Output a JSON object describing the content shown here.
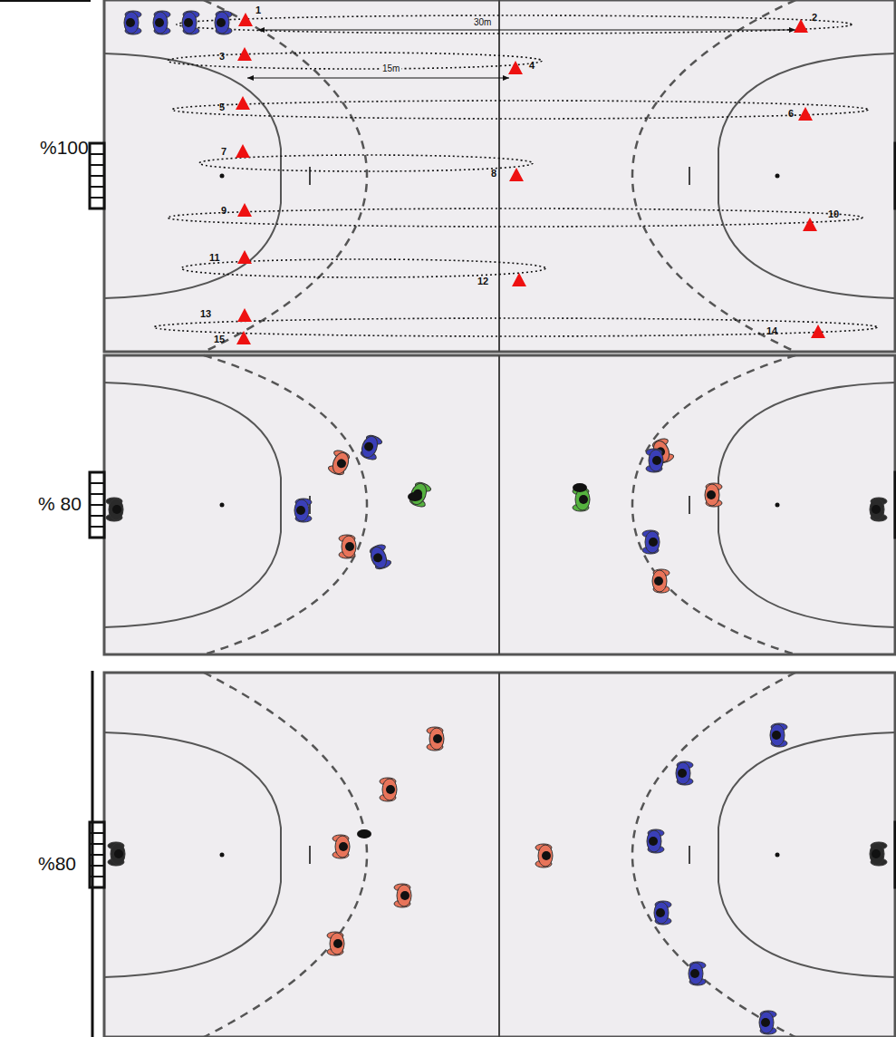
{
  "diagram": {
    "labels": [
      "1",
      "2",
      "30m",
      "3",
      "15m",
      "4",
      "5",
      "6",
      "%100",
      "7",
      "8",
      "9",
      "10",
      "11",
      "12",
      "13",
      "14",
      "15",
      "% 80",
      "%80"
    ]
  }
}
